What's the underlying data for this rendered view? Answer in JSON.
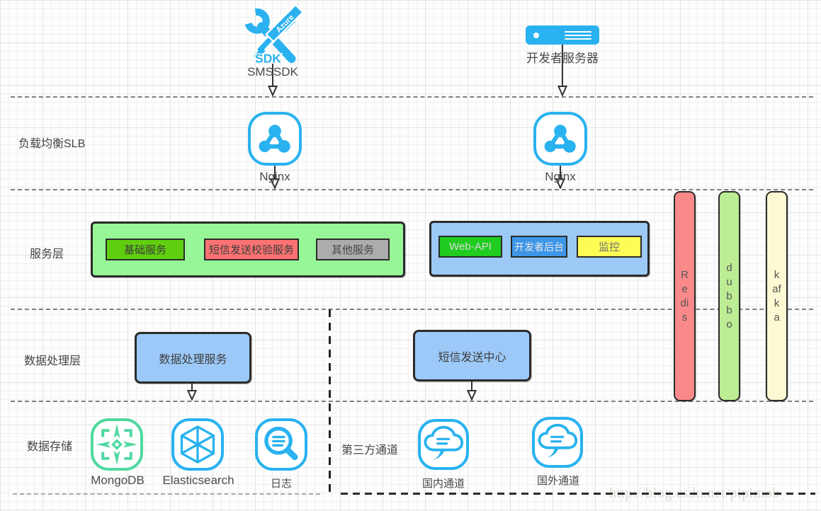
{
  "diagram": {
    "clients": {
      "sdk": {
        "icon_sdk_text": "SDK",
        "icon_ribbon_text": "Azure",
        "label": "SMSSDK"
      },
      "dev_server": {
        "label": "开发者服务器"
      }
    },
    "slb_layer": {
      "row_label": "负载均衡SLB",
      "nodes": [
        {
          "label": "Nginx"
        },
        {
          "label": "Nginx"
        }
      ]
    },
    "service_layer": {
      "row_label": "服务层",
      "green_group": {
        "items": [
          {
            "label": "基础服务"
          },
          {
            "label": "短信发送校验服务"
          },
          {
            "label": "其他服务"
          }
        ]
      },
      "blue_group": {
        "items": [
          {
            "label": "Web-API"
          },
          {
            "label": "开发者后台"
          },
          {
            "label": "监控"
          }
        ]
      }
    },
    "middleware_bars": [
      {
        "label": "Redis"
      },
      {
        "label": "dubbo"
      },
      {
        "label": "kafka"
      }
    ],
    "processing_layer": {
      "row_label": "数据处理层",
      "boxes": [
        {
          "label": "数据处理服务"
        },
        {
          "label": "短信发送中心"
        }
      ]
    },
    "storage_layer": {
      "row_label": "数据存储",
      "items": [
        {
          "label": "MongoDB"
        },
        {
          "label": "Elasticsearch"
        },
        {
          "label": "日志"
        }
      ]
    },
    "channel_layer": {
      "row_label": "第三方通道",
      "items": [
        {
          "label": "国内通道"
        },
        {
          "label": "国外通道"
        }
      ]
    },
    "watermark": "http://blog.csdn.net/pipimob"
  },
  "colors": {
    "icon_cyan": "#29b2ef",
    "mongo_green": "#4fd9a0",
    "green_group_bg": "#97f797",
    "blue_group_bg": "#9cc9f5",
    "basic_service": "#5fce0f",
    "sms_verify_service": "#fc7272",
    "other_service": "#acacac",
    "web_api": "#1fcc1f",
    "dev_console": "#3e96e8",
    "monitor": "#fcfc55",
    "redis_bar": "#fa8a8a",
    "dubbo_bar": "#bcec94",
    "kafka_bar": "#fbfad2",
    "process_box": "#9cc9f8"
  }
}
